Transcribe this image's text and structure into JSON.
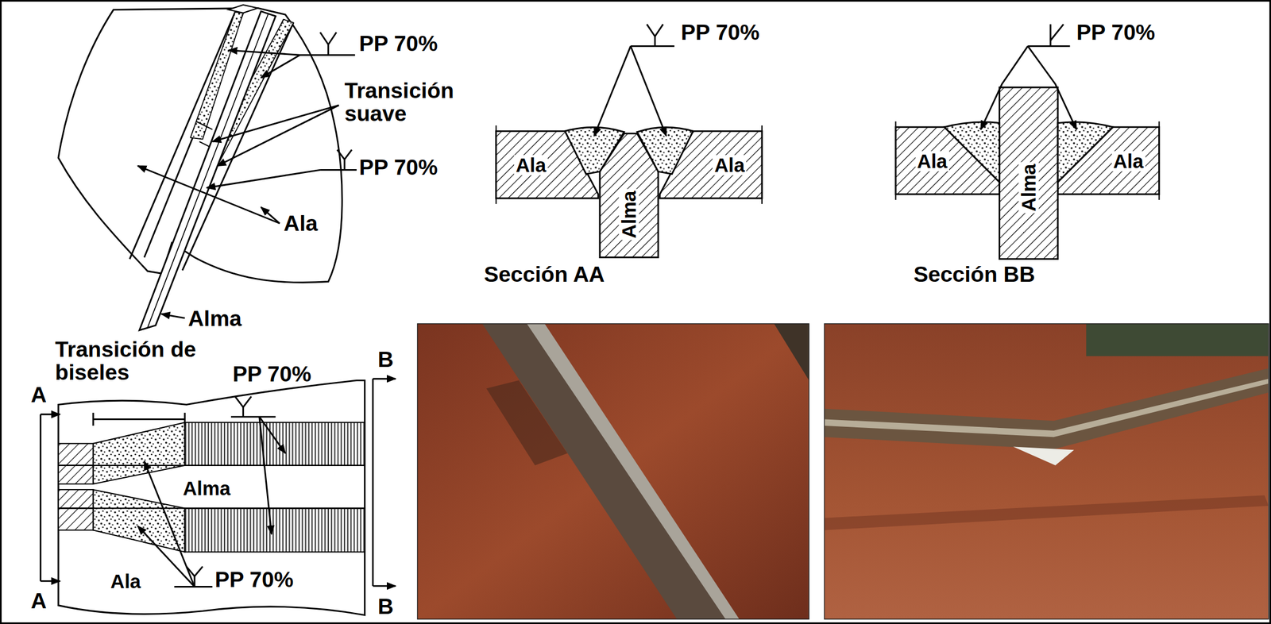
{
  "diagram": {
    "labels": [
      "PP 70%",
      "Transición suave",
      "PP 70%",
      "Ala",
      "Alma",
      "PP 70%",
      "Ala",
      "Alma",
      "Ala",
      "Sección AA",
      "PP 70%",
      "Ala",
      "Alma",
      "Ala",
      "Sección BB",
      "Transición de biseles",
      "PP 70%",
      "A",
      "B",
      "Alma",
      "A",
      "Ala",
      "PP 70%",
      "B"
    ]
  }
}
